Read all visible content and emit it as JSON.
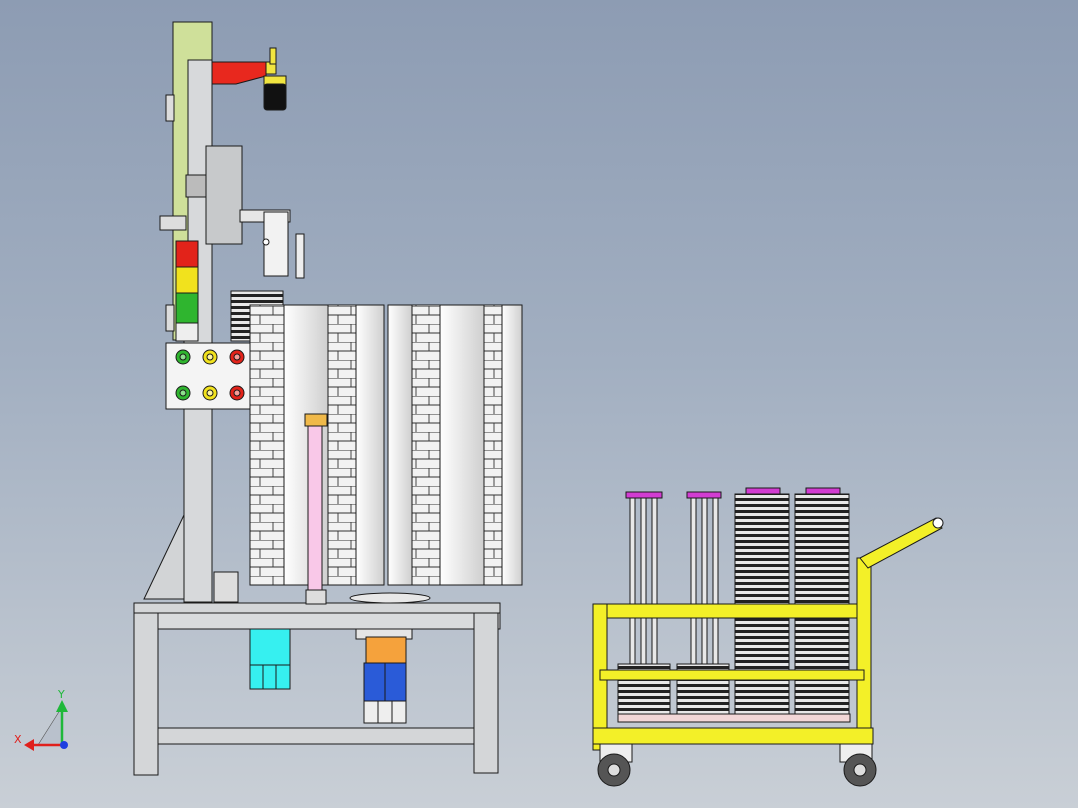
{
  "scene": {
    "background_top": "#8d9cb3",
    "background_bottom": "#c9cfd6",
    "line_color": "#1a1a1a",
    "frame_color": "#d4d6d8",
    "machine_green": "#cfe09a",
    "cart_yellow": "#f3f028",
    "cylinder_cyan": "#36f0f0",
    "cylinder_orange": "#f5a23c",
    "cylinder_blue": "#2a5bd8",
    "arm_red": "#e8281e",
    "tray_magenta": "#d23cd2"
  },
  "machine": {
    "signal_tower": [
      "red",
      "yellow",
      "green"
    ],
    "control_panel": {
      "rows": [
        [
          "green",
          "yellow",
          "red"
        ],
        [
          "green",
          "yellow",
          "red"
        ]
      ]
    }
  },
  "cart": {
    "wheel_count": 2,
    "handle": "angled-push-handle"
  },
  "axis_triad": {
    "x_label": "X",
    "y_label": "Y",
    "x_color": "#e0201c",
    "y_color": "#1fb83a",
    "z_color": "#1f3fe0"
  }
}
